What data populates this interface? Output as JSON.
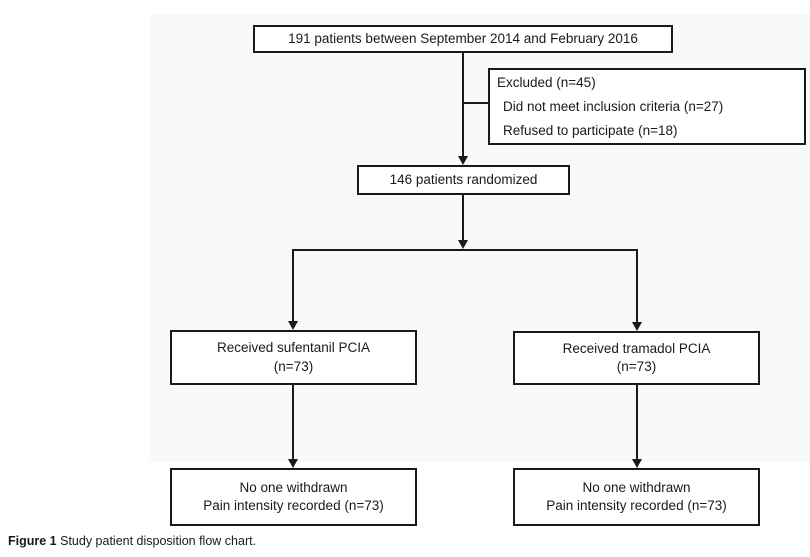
{
  "caption": {
    "label": "Figure 1",
    "text": "Study patient disposition flow chart."
  },
  "flowchart": {
    "enrollment": {
      "text": "191 patients between September 2014 and February 2016"
    },
    "excluded": {
      "title": "Excluded (n=45)",
      "reasons": [
        "Did not meet inclusion criteria (n=27)",
        "Refused to participate (n=18)"
      ]
    },
    "randomized": {
      "text": "146 patients randomized"
    },
    "arms": [
      {
        "line1": "Received sufentanil PCIA",
        "line2": "(n=73)"
      },
      {
        "line1": "Received tramadol PCIA",
        "line2": "(n=73)"
      }
    ],
    "outcomes": [
      {
        "line1": "No one withdrawn",
        "line2": "Pain intensity recorded (n=73)"
      },
      {
        "line1": "No one withdrawn",
        "line2": "Pain intensity recorded (n=73)"
      }
    ]
  },
  "colors": {
    "line": "#1a1a1a",
    "panel_bg": "#f9f9f9",
    "box_bg": "#ffffff"
  }
}
